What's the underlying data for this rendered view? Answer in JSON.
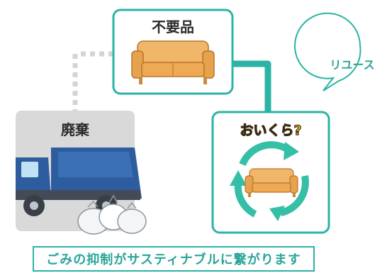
{
  "nodes": {
    "unwanted": {
      "label": "不要品"
    },
    "disposal": {
      "label": "廃棄"
    },
    "oikura": {
      "label": "おいくら?"
    }
  },
  "bubble": {
    "label": "リユース"
  },
  "caption": {
    "text": "ごみの抑制がサスティナブルに繋がります"
  },
  "colors": {
    "teal": "#2bb3a4",
    "gray_box": "#d9d9d9",
    "dotted_line": "#d4d4d4",
    "sofa": "#e7a24d",
    "truck": "#2e5d9f",
    "arrow_green": "#34bfa6",
    "logo_yellow": "#f5c21b"
  }
}
